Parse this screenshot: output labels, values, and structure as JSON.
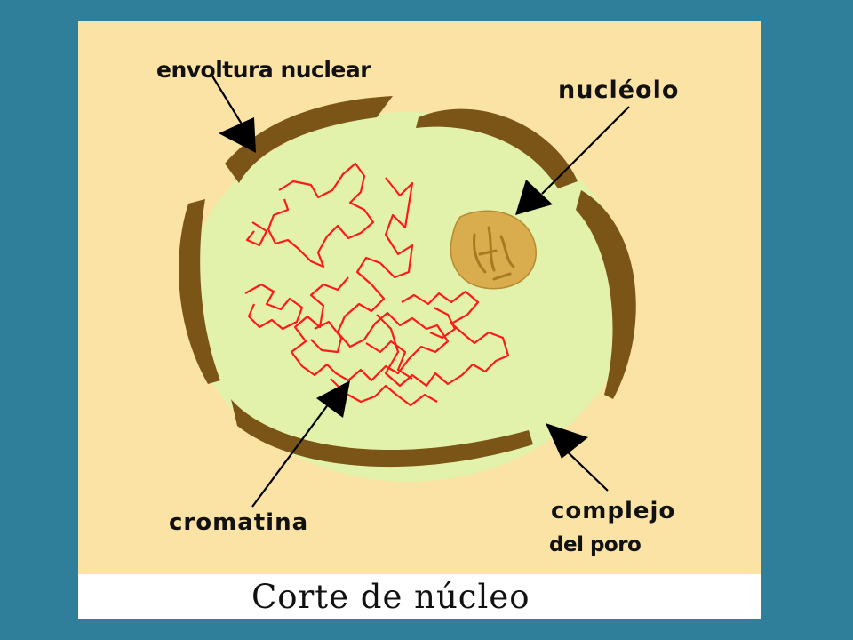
{
  "labels": {
    "envoltura": "envoltura nuclear",
    "nucleolo": "nucléolo",
    "cromatina": "cromatina",
    "complejo_line1": "complejo",
    "complejo_line2": "del poro"
  },
  "caption": "Corte de núcleo",
  "colors": {
    "page_background": "#2f7f9b",
    "diagram_background": "#fbe3a5",
    "nucleoplasm": "#e2f2ab",
    "envelope": "#7a5517",
    "chromatin": "#ff1a1a",
    "nucleolus": "#d9ad4d",
    "nucleolus_detail": "#a77a22",
    "arrow": "#000000"
  },
  "icons": {
    "arrow": "black-pointer-arrow"
  }
}
